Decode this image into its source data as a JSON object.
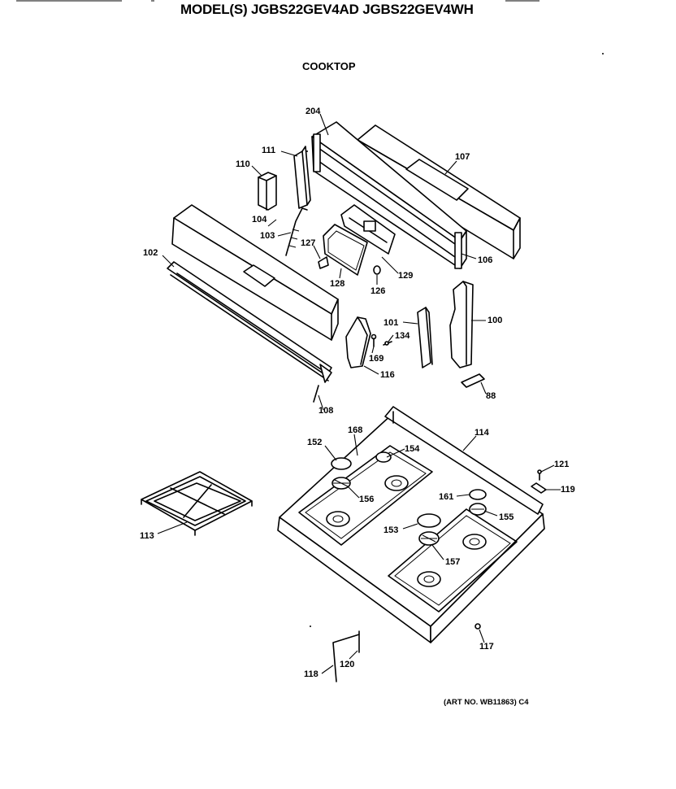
{
  "header": {
    "title": "MODEL(S) JGBS22GEV4AD  JGBS22GEV4WH",
    "section": "COOKTOP",
    "art_number": "(ART NO. WB11863) C4"
  },
  "callouts": [
    {
      "id": "c204",
      "text": "204"
    },
    {
      "id": "c107",
      "text": "107"
    },
    {
      "id": "c111",
      "text": "111"
    },
    {
      "id": "c110",
      "text": "110"
    },
    {
      "id": "c104",
      "text": "104"
    },
    {
      "id": "c103",
      "text": "103"
    },
    {
      "id": "c127",
      "text": "127"
    },
    {
      "id": "c102",
      "text": "102"
    },
    {
      "id": "c129",
      "text": "129"
    },
    {
      "id": "c106",
      "text": "106"
    },
    {
      "id": "c128",
      "text": "128"
    },
    {
      "id": "c126",
      "text": "126"
    },
    {
      "id": "c101",
      "text": "101"
    },
    {
      "id": "c100",
      "text": "100"
    },
    {
      "id": "c134",
      "text": "134"
    },
    {
      "id": "c169",
      "text": "169"
    },
    {
      "id": "c116",
      "text": "116"
    },
    {
      "id": "c88",
      "text": "88"
    },
    {
      "id": "c108",
      "text": "108"
    },
    {
      "id": "c114",
      "text": "114"
    },
    {
      "id": "c168",
      "text": "168"
    },
    {
      "id": "c152",
      "text": "152"
    },
    {
      "id": "c154",
      "text": "154"
    },
    {
      "id": "c121",
      "text": "121"
    },
    {
      "id": "c119",
      "text": "119"
    },
    {
      "id": "c156",
      "text": "156"
    },
    {
      "id": "c161",
      "text": "161"
    },
    {
      "id": "c155",
      "text": "155"
    },
    {
      "id": "c113",
      "text": "113"
    },
    {
      "id": "c153",
      "text": "153"
    },
    {
      "id": "c157",
      "text": "157"
    },
    {
      "id": "c117",
      "text": "117"
    },
    {
      "id": "c118",
      "text": "118"
    },
    {
      "id": "c120",
      "text": "120"
    }
  ]
}
